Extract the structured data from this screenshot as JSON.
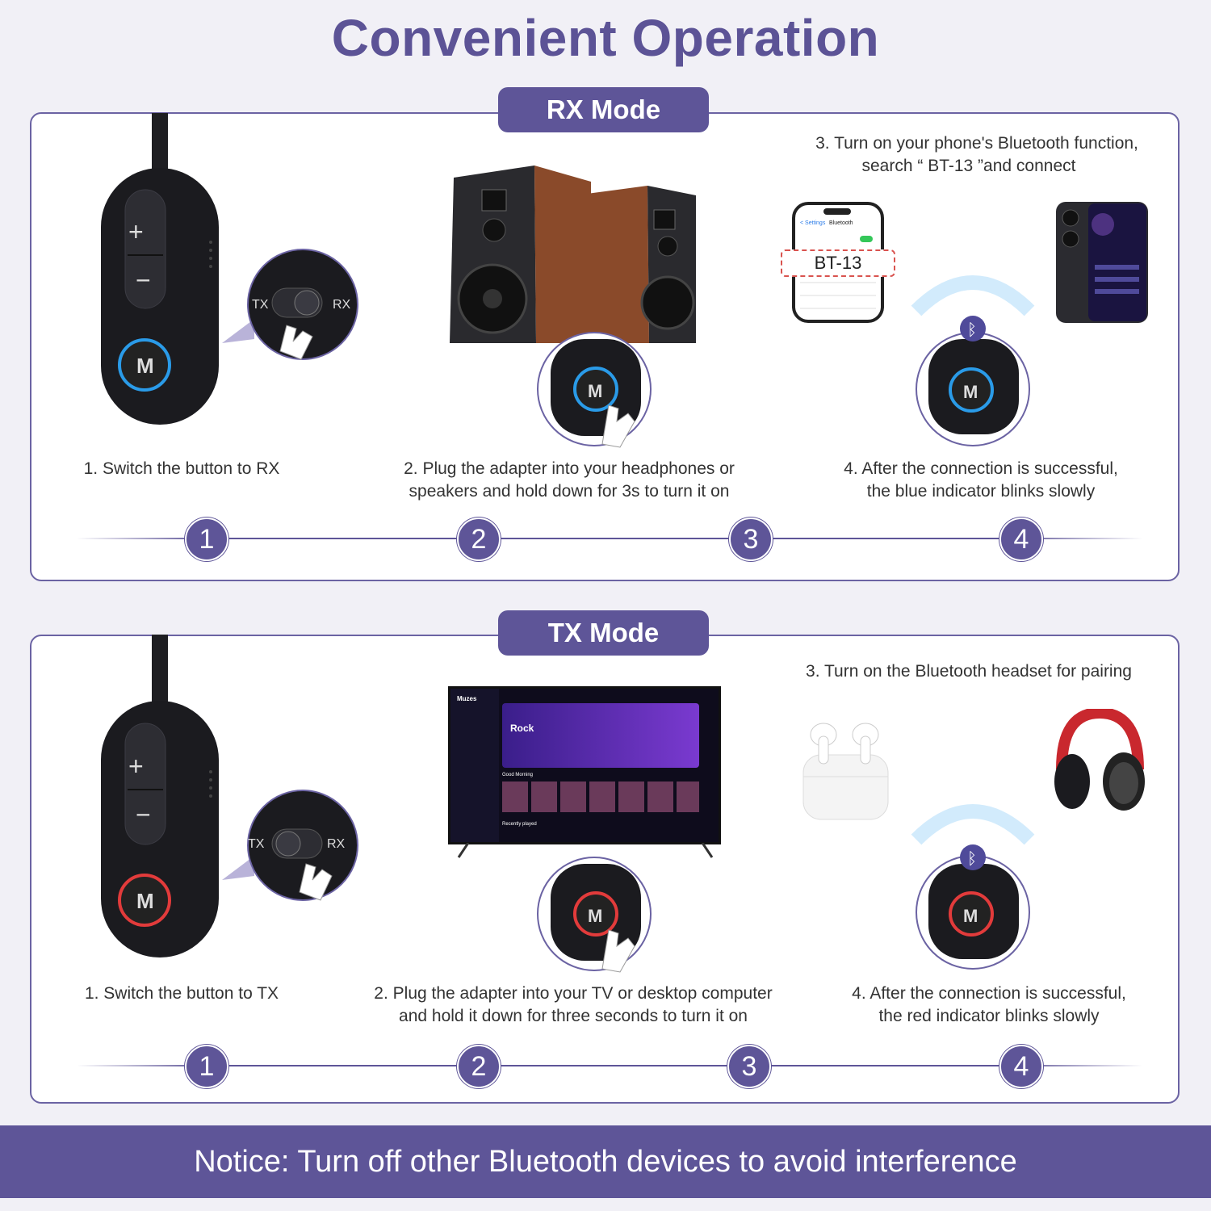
{
  "title": "Convenient Operation",
  "rx_mode": {
    "label": "RX Mode",
    "steps": [
      "1. Switch the button to RX",
      "2. Plug the adapter into your headphones or",
      "speakers and hold down for 3s to turn it on",
      "3. Turn on your phone's Bluetooth function,",
      "search “ BT-13 ”and connect",
      "4. After the connection is successful,",
      "the blue indicator blinks slowly"
    ],
    "device_name_box": "BT-13",
    "indicator_color": "#2a9be8"
  },
  "tx_mode": {
    "label": "TX Mode",
    "steps": [
      "1. Switch the button to TX",
      "2. Plug the adapter into your TV or desktop computer",
      "and hold it down for three seconds to turn it on",
      "3. Turn on the Bluetooth headset for pairing",
      "4. After the connection is successful,",
      "the red  indicator blinks slowly"
    ],
    "tv_screen": {
      "app": "Muzes",
      "hero": "Rock",
      "section1": "Good Morning",
      "section2": "Recently played"
    },
    "indicator_color": "#e23b3b"
  },
  "switch_labels": {
    "left": "TX",
    "right": "RX"
  },
  "device": {
    "plus": "+",
    "minus": "−",
    "mode_button": "M"
  },
  "step_numbers": [
    "1",
    "2",
    "3",
    "4"
  ],
  "notice": "Notice: Turn off other Bluetooth devices to avoid interference",
  "colors": {
    "accent": "#5e5598",
    "title": "#5c5396"
  }
}
